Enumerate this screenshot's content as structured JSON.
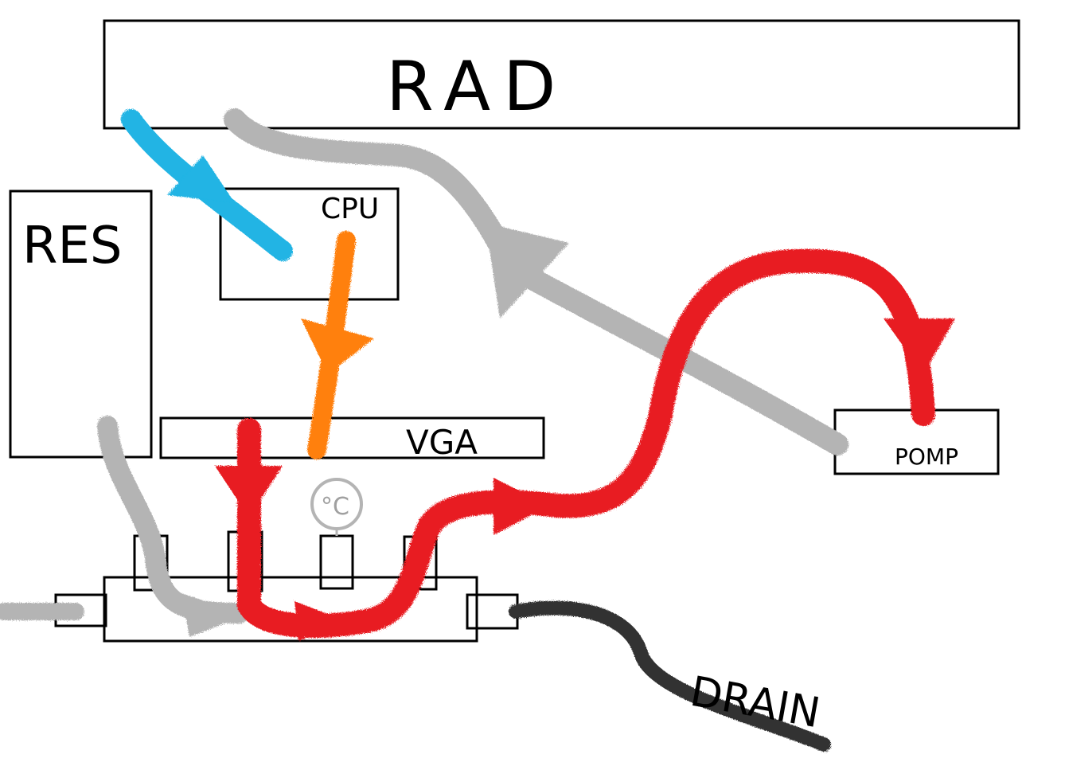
{
  "labels": {
    "rad": "RAD",
    "res": "RES",
    "cpu": "CPU",
    "vga": "VGA",
    "pump": "POMP",
    "drain": "DRAIN",
    "temp": "°C"
  },
  "colors": {
    "inlet_cold": "#20b4e4",
    "cpu_to_vga": "#ff8010",
    "hot_loop": "#e81c24",
    "return_loop": "#b4b4b4",
    "drain_hose": "#333333",
    "outline": "#000000"
  }
}
